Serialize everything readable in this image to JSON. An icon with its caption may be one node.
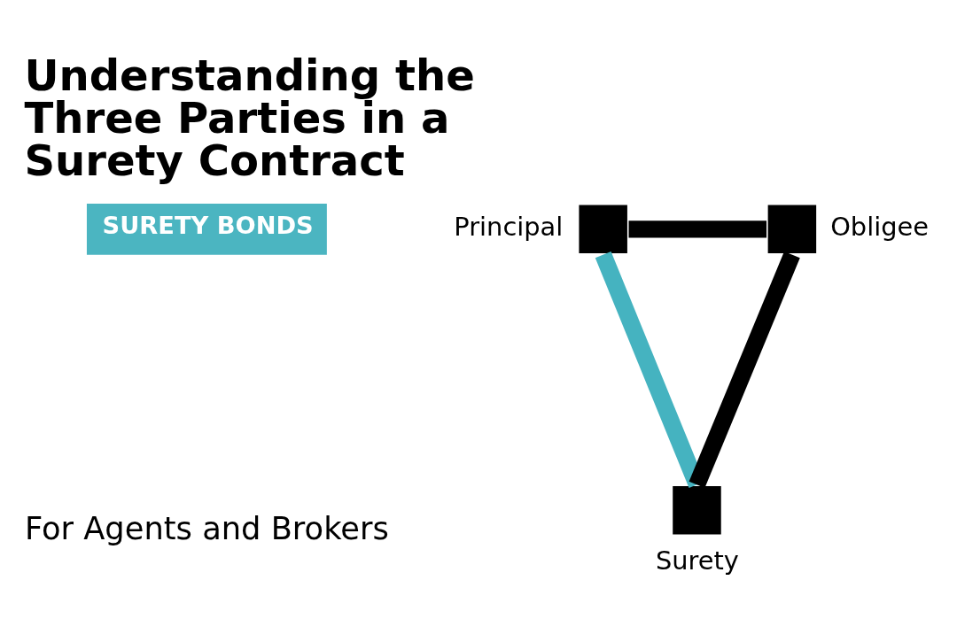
{
  "diagram": {
    "title": "Understanding the Three Parties in a Surety Contract",
    "nodes": [
      {
        "text": [],
        "shape": "box",
        "beside": [
          "Principal"
        ]
      },
      {
        "text": [],
        "shape": "box",
        "beside": [
          "Obligee"
        ]
      },
      {
        "text": [],
        "shape": "box",
        "beside": [
          "Surety"
        ]
      }
    ],
    "edges": [
      {
        "from": 0,
        "to": 1,
        "arrow": "none"
      },
      {
        "from": 1,
        "to": 2,
        "arrow": "none"
      },
      {
        "from": 0,
        "to": 2,
        "arrow": "none",
        "color": "#45b3c0"
      }
    ],
    "labels": [
      "SURETY BONDS",
      "For Agents and Brokers"
    ]
  }
}
